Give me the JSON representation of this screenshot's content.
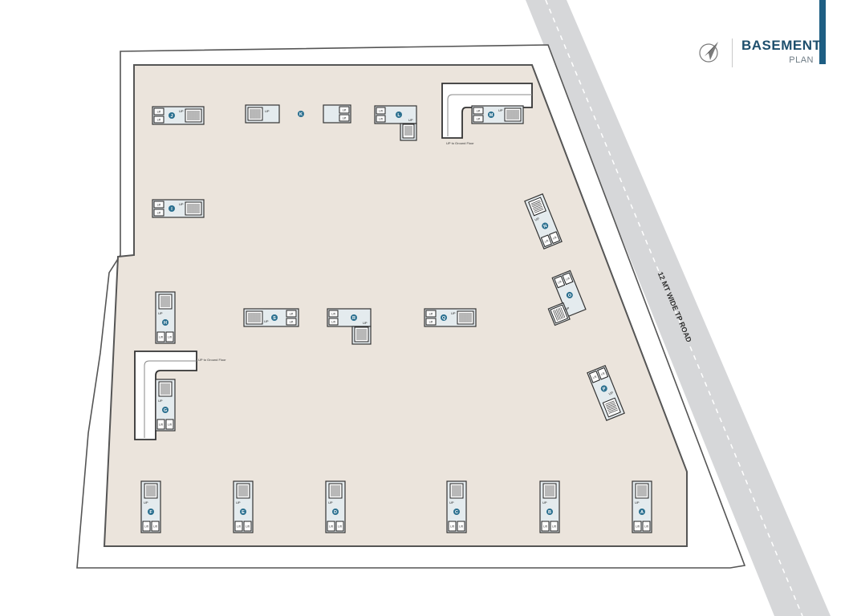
{
  "title": {
    "main": "BASEMENT",
    "sub": "PLAN"
  },
  "road_label": "12 MT WIDE TP ROAD",
  "ramps": [
    {
      "id": "ramp-top",
      "note": "UP to Ground Floor"
    },
    {
      "id": "ramp-left",
      "note": "UP to Ground Floor"
    }
  ],
  "labels": {
    "lift": "Lift",
    "up": "UP"
  },
  "cores": [
    "A",
    "B",
    "C",
    "D",
    "E",
    "F",
    "G",
    "H",
    "I",
    "J",
    "K",
    "L",
    "M",
    "N",
    "O",
    "P",
    "Q",
    "R",
    "S"
  ],
  "colors": {
    "floor": "#ebe4dc",
    "road": "#d6d7d9",
    "core": "#e4ebee",
    "badge": "#2a6f8f",
    "accent": "#1e5e83",
    "title": "#1e4f6d"
  },
  "icons": {
    "compass": "north-arrow-icon"
  }
}
